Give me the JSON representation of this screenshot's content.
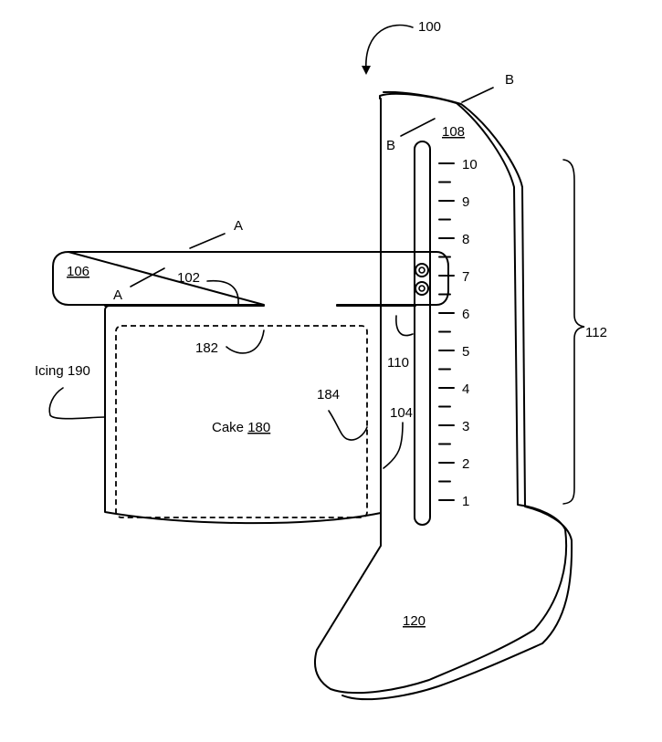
{
  "labels": {
    "device": "100",
    "blade_ref": "102",
    "slot_ref": "104",
    "arm": "106",
    "top_ref": "108",
    "guide_ref": "110",
    "range_ref": "112",
    "base": "120",
    "icing_ref": "182",
    "cake_ref": "184",
    "icing": "Icing 190",
    "cake_word": "Cake",
    "cake_num": "180",
    "section_a": "A",
    "section_b": "B"
  },
  "scale": {
    "ticks": [
      "1",
      "2",
      "3",
      "4",
      "5",
      "6",
      "7",
      "8",
      "9",
      "10"
    ]
  },
  "colors": {
    "line": "#000000",
    "background": "#ffffff"
  }
}
